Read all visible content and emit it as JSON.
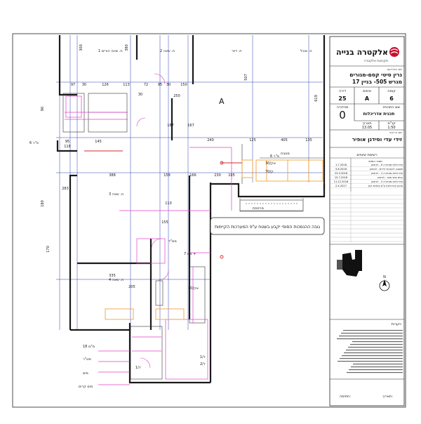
{
  "brand": {
    "name": "אלקטרה בנייה",
    "sub": "מקבוצת אלקטרה"
  },
  "project": {
    "label": "שם הפרויקט",
    "line1": "גרין סיטי קסם-מגורים",
    "line2": "מגרש 505- בניין 17"
  },
  "title_block": {
    "row1_labels": [
      "דירה",
      "טיפוס",
      "קומה"
    ],
    "row1_values": [
      "25",
      "A",
      "6"
    ],
    "row2_label_left": "מהדורה",
    "row2_label_right": "שם התכנית",
    "revision": "0",
    "plan_name": "תכנית אדריכלות",
    "row3_labels": [
      "תאריך",
      "קנ\"מ"
    ],
    "row3_values": [
      "13.05",
      "1:50"
    ],
    "client_label": "שם הרוכש",
    "client": "זידי עדי וסידנן אופיר",
    "changes_label": "רשימת שינויים",
    "changes_header": "תאור השינוי",
    "changes": [
      {
        "date": "1.7.2018",
        "text": "אדריכלות מהדורה 0 - לביצוע"
      },
      {
        "date": "5.8.2018",
        "text": "תשובה להערות דיירים - לביצוע"
      },
      {
        "date": "23.3.2018",
        "text": "אדריכלות מהדורה 1 - לביצוע"
      },
      {
        "date": "15.7.2018",
        "text": "הגיש שינוי סופי - לביצוע"
      },
      {
        "date": "11.12.2018",
        "text": "אדריכלות מהדורה 2 - לביצוע"
      },
      {
        "date": "2.4.2017",
        "text": "עדכון אדריכלות ע\"פ הנחיות יועץ"
      }
    ],
    "notes_label": "הערות:",
    "date_label": "תאריך:",
    "signature_label": "חתימה:"
  },
  "plan": {
    "apt_label": "A",
    "callout": "גובה ההנמכות הסופי יקבע בשטח ע\"פ המערכות הקיימות",
    "rooms": [
      "ח. שינה הורים 1",
      "ח. שינה 2",
      "ח. דיור",
      "ח. אוכל",
      "ח. שינה 3",
      "ח. שינה 4",
      "מטבח",
      "מרפסת",
      "ממ\"ד"
    ],
    "dims_top": [
      "300",
      "380",
      "507",
      "619"
    ],
    "dims_row2": [
      "97",
      "30",
      "126",
      "113",
      "72",
      "95",
      "30",
      "150"
    ],
    "dims_row3": [
      "95",
      "145",
      "405",
      "240",
      "125",
      "135"
    ],
    "dims_row4": [
      "388",
      "158",
      "166",
      "230",
      "105"
    ],
    "dims_left": [
      "90",
      "180",
      "170"
    ],
    "dims_misc": [
      "335",
      "283",
      "205",
      "155",
      "110",
      "118",
      "30",
      "250",
      "187",
      "167"
    ],
    "levels": [
      "6 פ\"ר",
      "7 ממ +",
      "6 פ\"ר"
    ],
    "tags": [
      "30/אק",
      "70/ק",
      "30/אק",
      "1/ד",
      "1/ד",
      "2/ד"
    ],
    "section_labels": [
      "18 מ\"מ",
      "מט\"ר",
      "מים",
      "מים קרים"
    ]
  },
  "colors": {
    "wall": "#1a1a1a",
    "grid": "#2a3fb0",
    "magenta": "#e040c8",
    "orange": "#f2a33a",
    "red": "#d42a2a",
    "logo_red": "#c8102e"
  }
}
